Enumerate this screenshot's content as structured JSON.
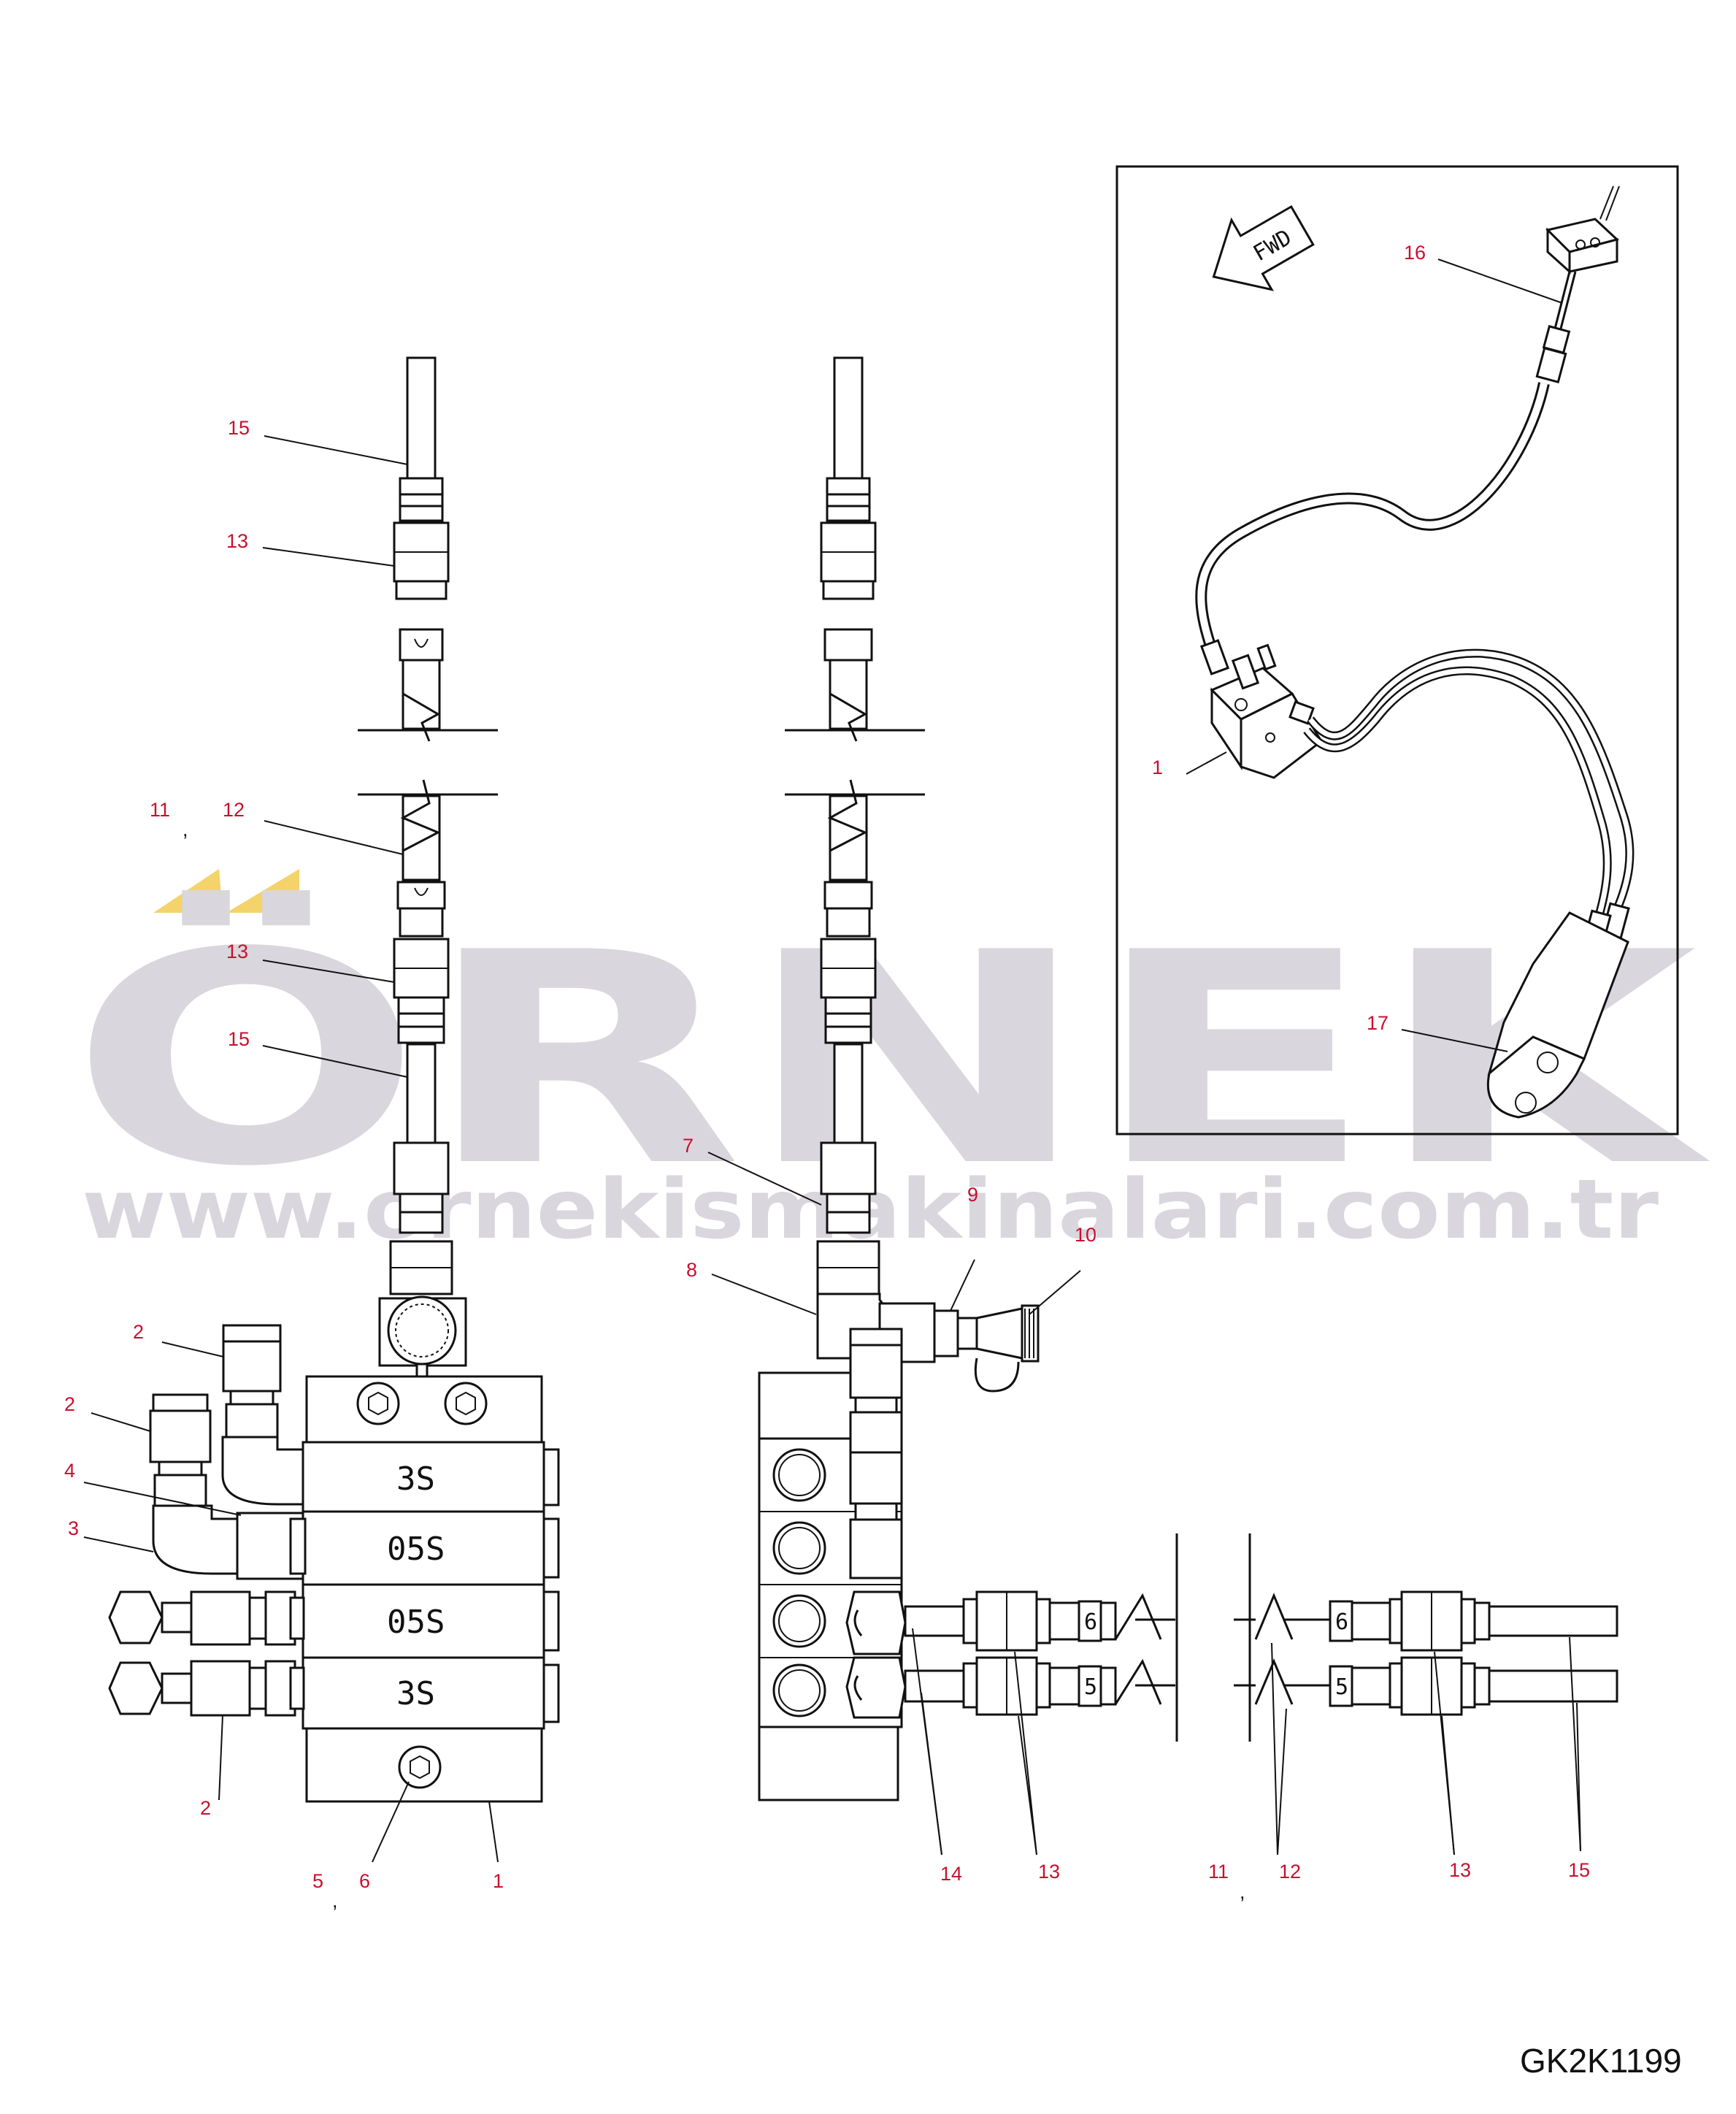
{
  "watermark": {
    "brand": "ÖRNEK",
    "website": "www.ornekismakinalari.com.tr",
    "accent_color": "#f3d36a",
    "text_color": "#d9d6dd"
  },
  "drawing_code": "GK2K1199",
  "fwd_arrow_text": "FWD",
  "callout_color": "#c8102e",
  "callouts": {
    "c15a": "15",
    "c13a": "13",
    "c11a": "11",
    "c12a": "12",
    "c13b": "13",
    "c15b": "15",
    "c7": "7",
    "c8": "8",
    "c9": "9",
    "c10": "10",
    "c2a": "2",
    "c2b": "2",
    "c4": "4",
    "c3": "3",
    "c2c": "2",
    "c5": "5",
    "c6": "6",
    "c1": "1",
    "c14": "14",
    "c13c": "13",
    "c11b": "11",
    "c12b": "12",
    "c13d": "13",
    "c15c": "15",
    "c16": "16",
    "c1i": "1",
    "c17": "17"
  },
  "commas": {
    "k1": ",",
    "k2": ",",
    "k3": ","
  },
  "valve_sections": [
    "3S",
    "05S",
    "05S",
    "3S"
  ],
  "line_tags": [
    "6",
    "5",
    "6",
    "5"
  ]
}
